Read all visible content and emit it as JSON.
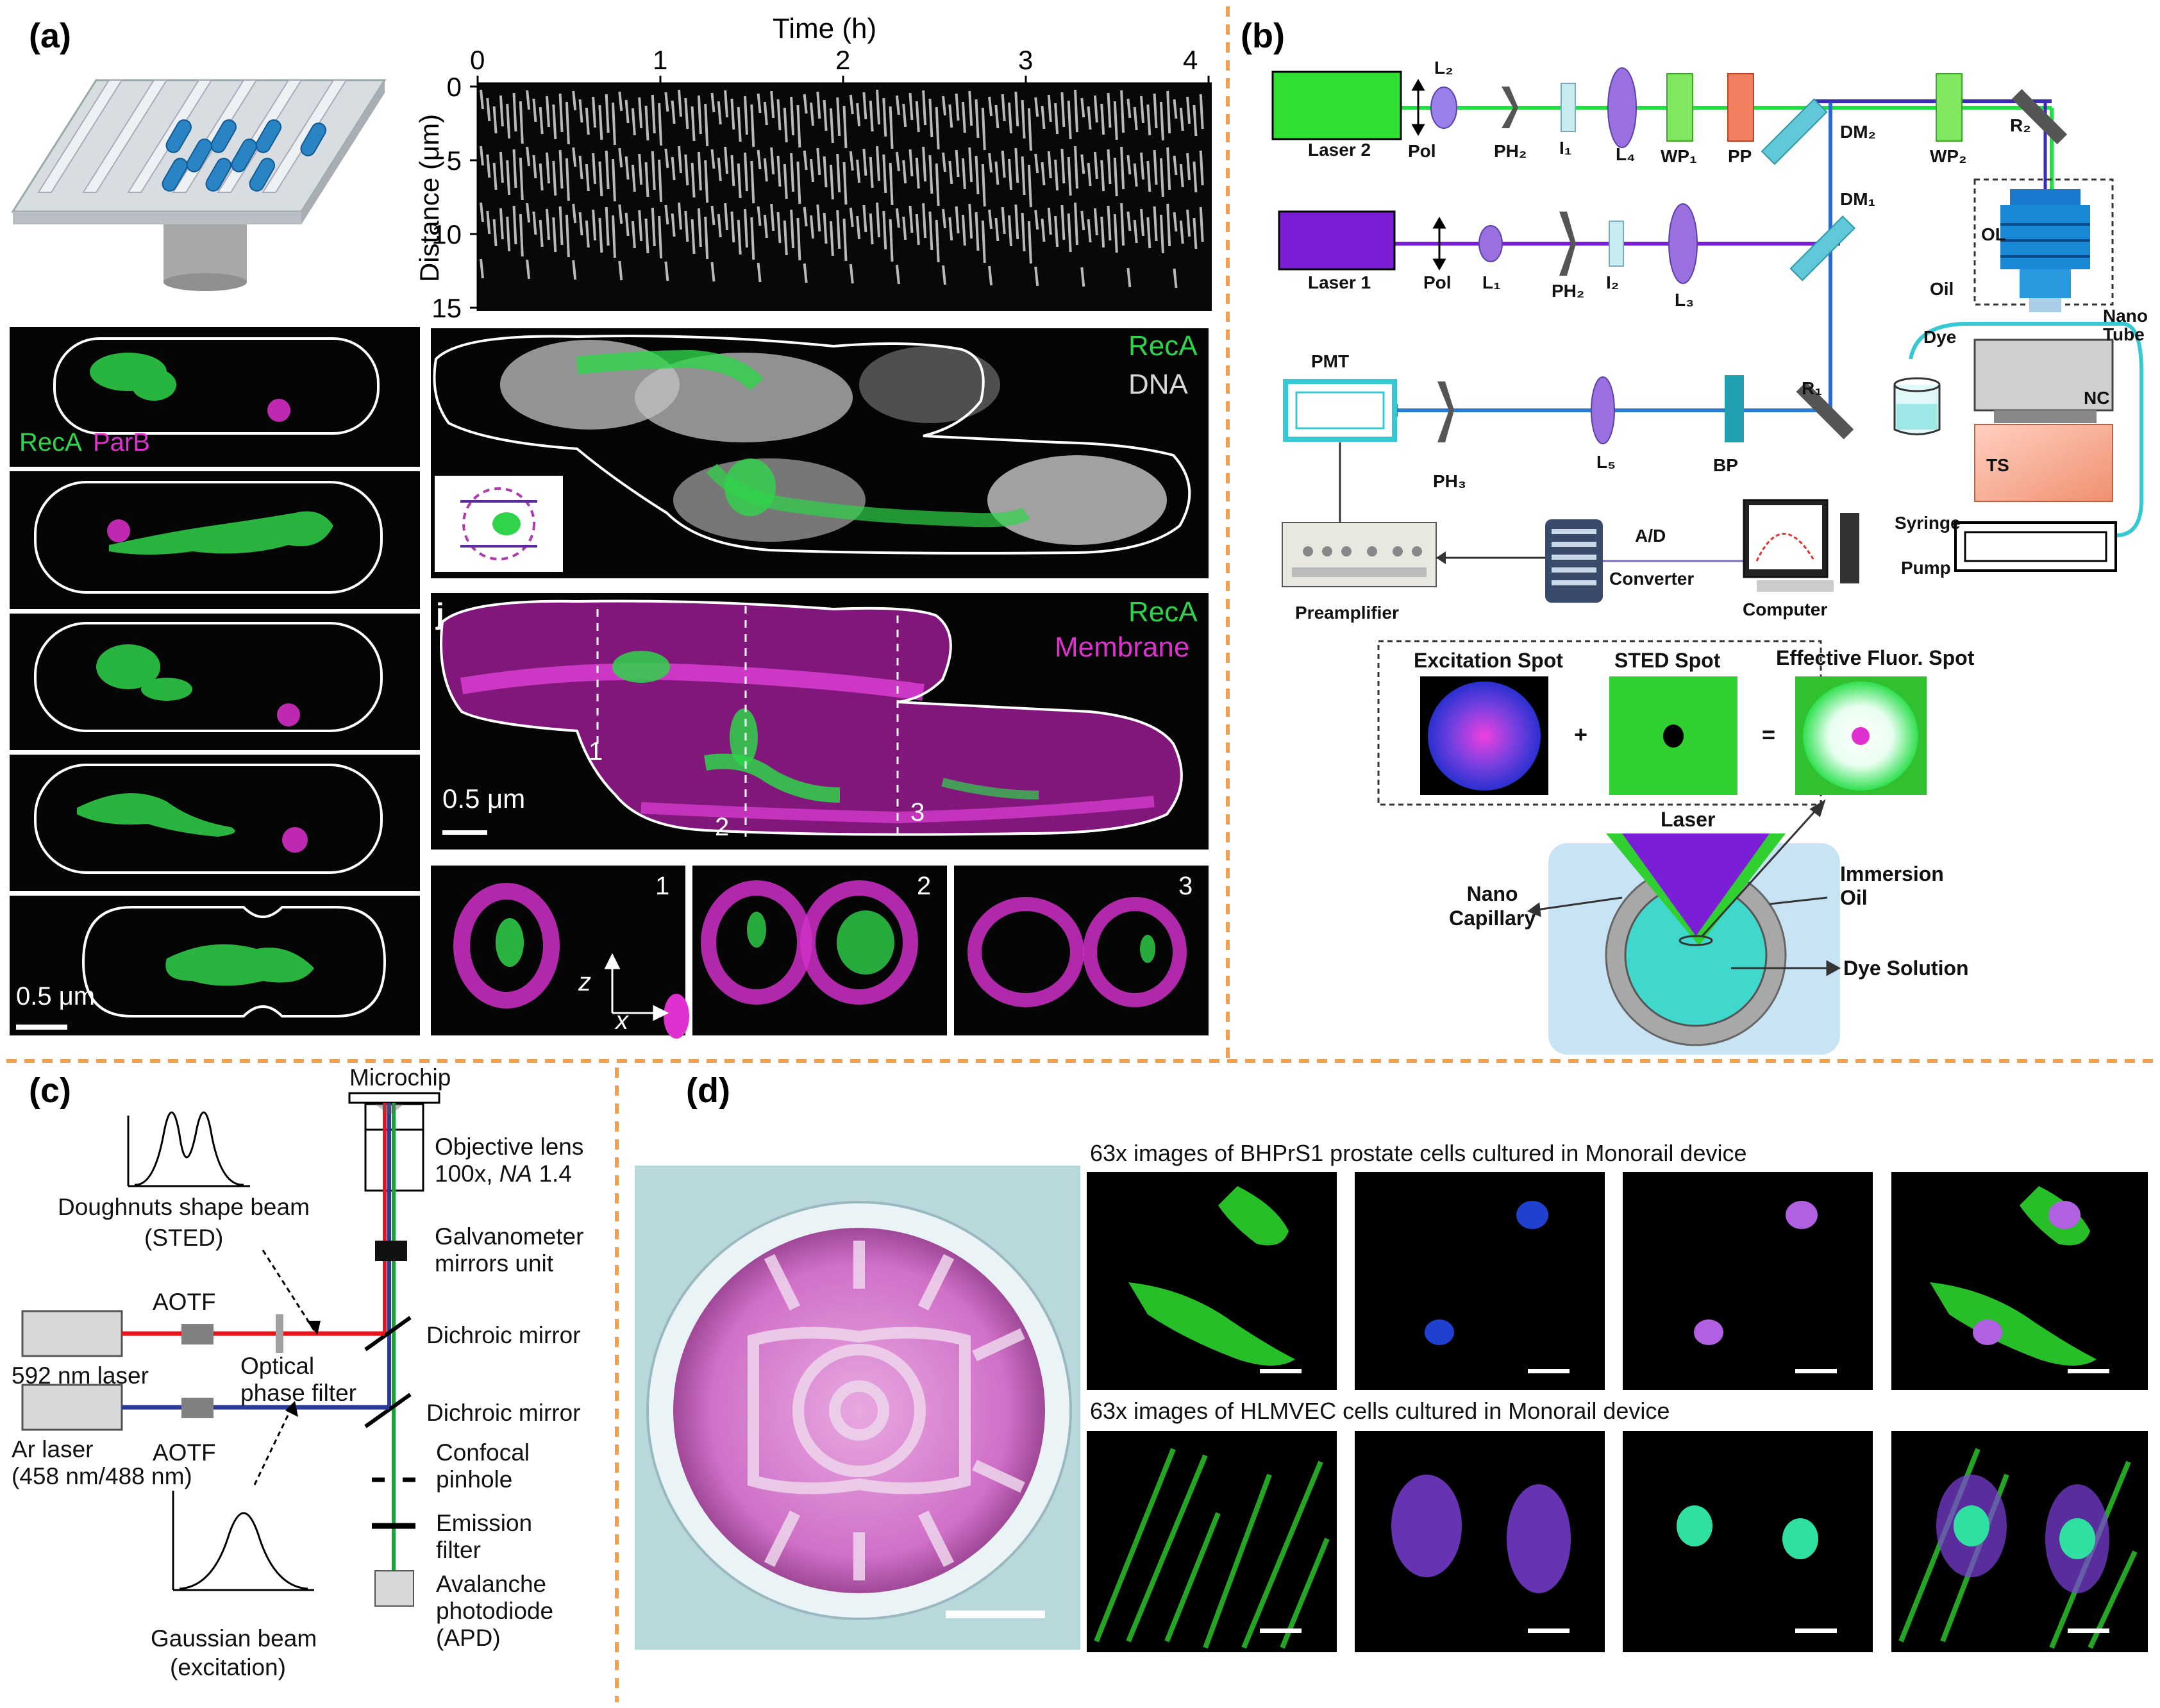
{
  "panels": {
    "a": {
      "label": "(a)",
      "kymo": {
        "xlabel": "Time (h)",
        "xticks": [
          "0",
          "1",
          "2",
          "3",
          "4"
        ],
        "ylabel": "Distance (μm)",
        "yticks": [
          "0",
          "5",
          "10",
          "15"
        ]
      },
      "cell_labels": {
        "left_recA": "RecA",
        "left_parB": "ParB"
      },
      "scale_left": "0.5 μm",
      "dna_recA": "RecA",
      "dna_label": "DNA",
      "mem_recA": "RecA",
      "mem_label": "Membrane",
      "mem_tag": "j",
      "scale_mid": "0.5 μm",
      "slices": [
        "1",
        "2",
        "3"
      ],
      "axis_z": "z",
      "axis_x": "x"
    },
    "b": {
      "label": "(b)",
      "components": {
        "laser2": "Laser 2",
        "laser1": "Laser 1",
        "l2": "L₂",
        "pol1": "Pol",
        "pol2": "Pol",
        "ph2a": "PH₂",
        "i1": "I₁",
        "l4": "L₄",
        "wp1": "WP₁",
        "pp": "PP",
        "dm2": "DM₂",
        "wp2": "WP₂",
        "r2": "R₂",
        "dm1": "DM₁",
        "ol": "OL",
        "l1": "L₁",
        "ph2b": "PH₂",
        "i2": "I₂",
        "l3": "L₃",
        "oil": "Oil",
        "nano_tube": "Nano\nTube",
        "dye": "Dye",
        "pmt": "PMT",
        "r1": "R₁",
        "nc": "NC",
        "ts": "TS",
        "ph3": "PH₃",
        "l5": "L₅",
        "bp": "BP",
        "syringe": "Syringe",
        "pump": "Pump",
        "ad": "A/D",
        "converter": "Converter",
        "preamp": "Preamplifier",
        "computer": "Computer"
      },
      "spots": {
        "excitation": "Excitation Spot",
        "sted": "STED Spot",
        "effective": "Effective Fluor. Spot",
        "plus": "+",
        "equals": "="
      },
      "capillary": {
        "laser": "Laser",
        "nano_capillary": "Nano\nCapillary",
        "immersion_oil": "Immersion\nOil",
        "dye_solution": "Dye Solution"
      }
    },
    "c": {
      "label": "(c)",
      "microchip": "Microchip",
      "objective": "Objective lens",
      "objective_spec_a": "100x, ",
      "objective_spec_na": "NA",
      "objective_spec_b": " 1.4",
      "galvo1": "Galvanometer",
      "galvo2": "mirrors unit",
      "dichroic1": "Dichroic mirror",
      "dichroic2": "Dichroic mirror",
      "confocal1": "Confocal",
      "confocal2": "pinhole",
      "emission1": "Emission",
      "emission2": "filter",
      "apd1": "Avalanche",
      "apd2": "photodiode",
      "apd3": "(APD)",
      "doughnut1": "Doughnuts shape beam",
      "doughnut2": "(STED)",
      "aotf1": "AOTF",
      "aotf2": "AOTF",
      "laser592": "592 nm laser",
      "phase1": "Optical",
      "phase2": "phase filter",
      "ar1": "Ar laser",
      "ar2": "(458 nm/488 nm)",
      "gauss1": "Gaussian beam",
      "gauss2": "(excitation)"
    },
    "d": {
      "label": "(d)",
      "row1_caption": "63x images of BHPrS1 prostate cells cultured in Monorail device",
      "row2_caption": "63x images of HLMVEC cells cultured in Monorail device"
    }
  },
  "colors": {
    "divider": "#f0a050",
    "sted_red": "#e8141c",
    "exc_blue": "#2a3a9a",
    "green_beam": "#19a33a",
    "laser1_purple": "#7a1fd6",
    "laser2_green": "#19e619",
    "cyan": "#35c9d4",
    "magenta": "#e020e0"
  }
}
